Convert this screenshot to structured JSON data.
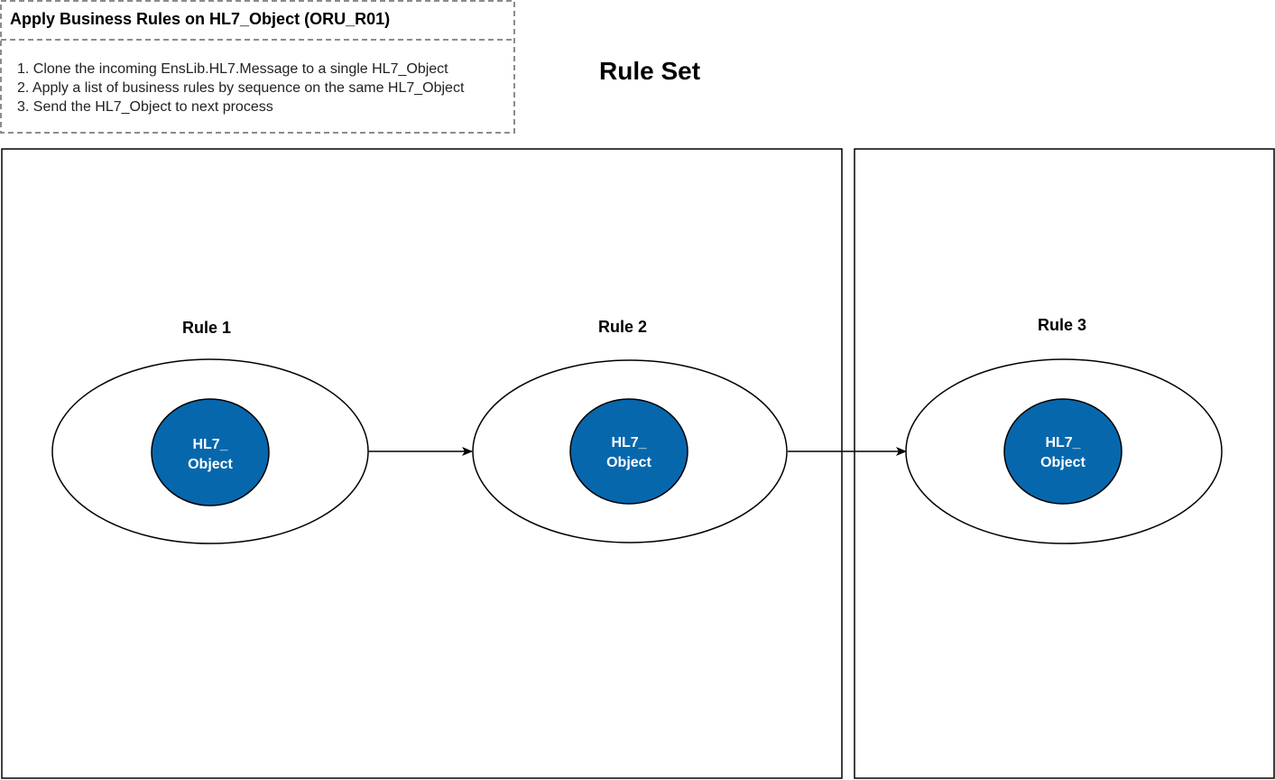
{
  "note": {
    "title": "Apply Business Rules on HL7_Object (ORU_R01)",
    "lines": [
      "1. Clone the incoming EnsLib.HL7.Message to a single HL7_Object",
      "2. Apply a list of business rules by sequence on the same HL7_Object",
      "3. Send the HL7_Object to next process"
    ]
  },
  "heading": "Rule Set",
  "rules": [
    {
      "label": "Rule 1",
      "object_line1": "HL7_",
      "object_line2": "Object"
    },
    {
      "label": "Rule 2",
      "object_line1": "HL7_",
      "object_line2": "Object"
    },
    {
      "label": "Rule 3",
      "object_line1": "HL7_",
      "object_line2": "Object"
    }
  ],
  "colors": {
    "object_fill": "#0767ad",
    "object_stroke": "#000000",
    "ellipse_stroke": "#000000",
    "note_border": "#8c8c8c"
  }
}
